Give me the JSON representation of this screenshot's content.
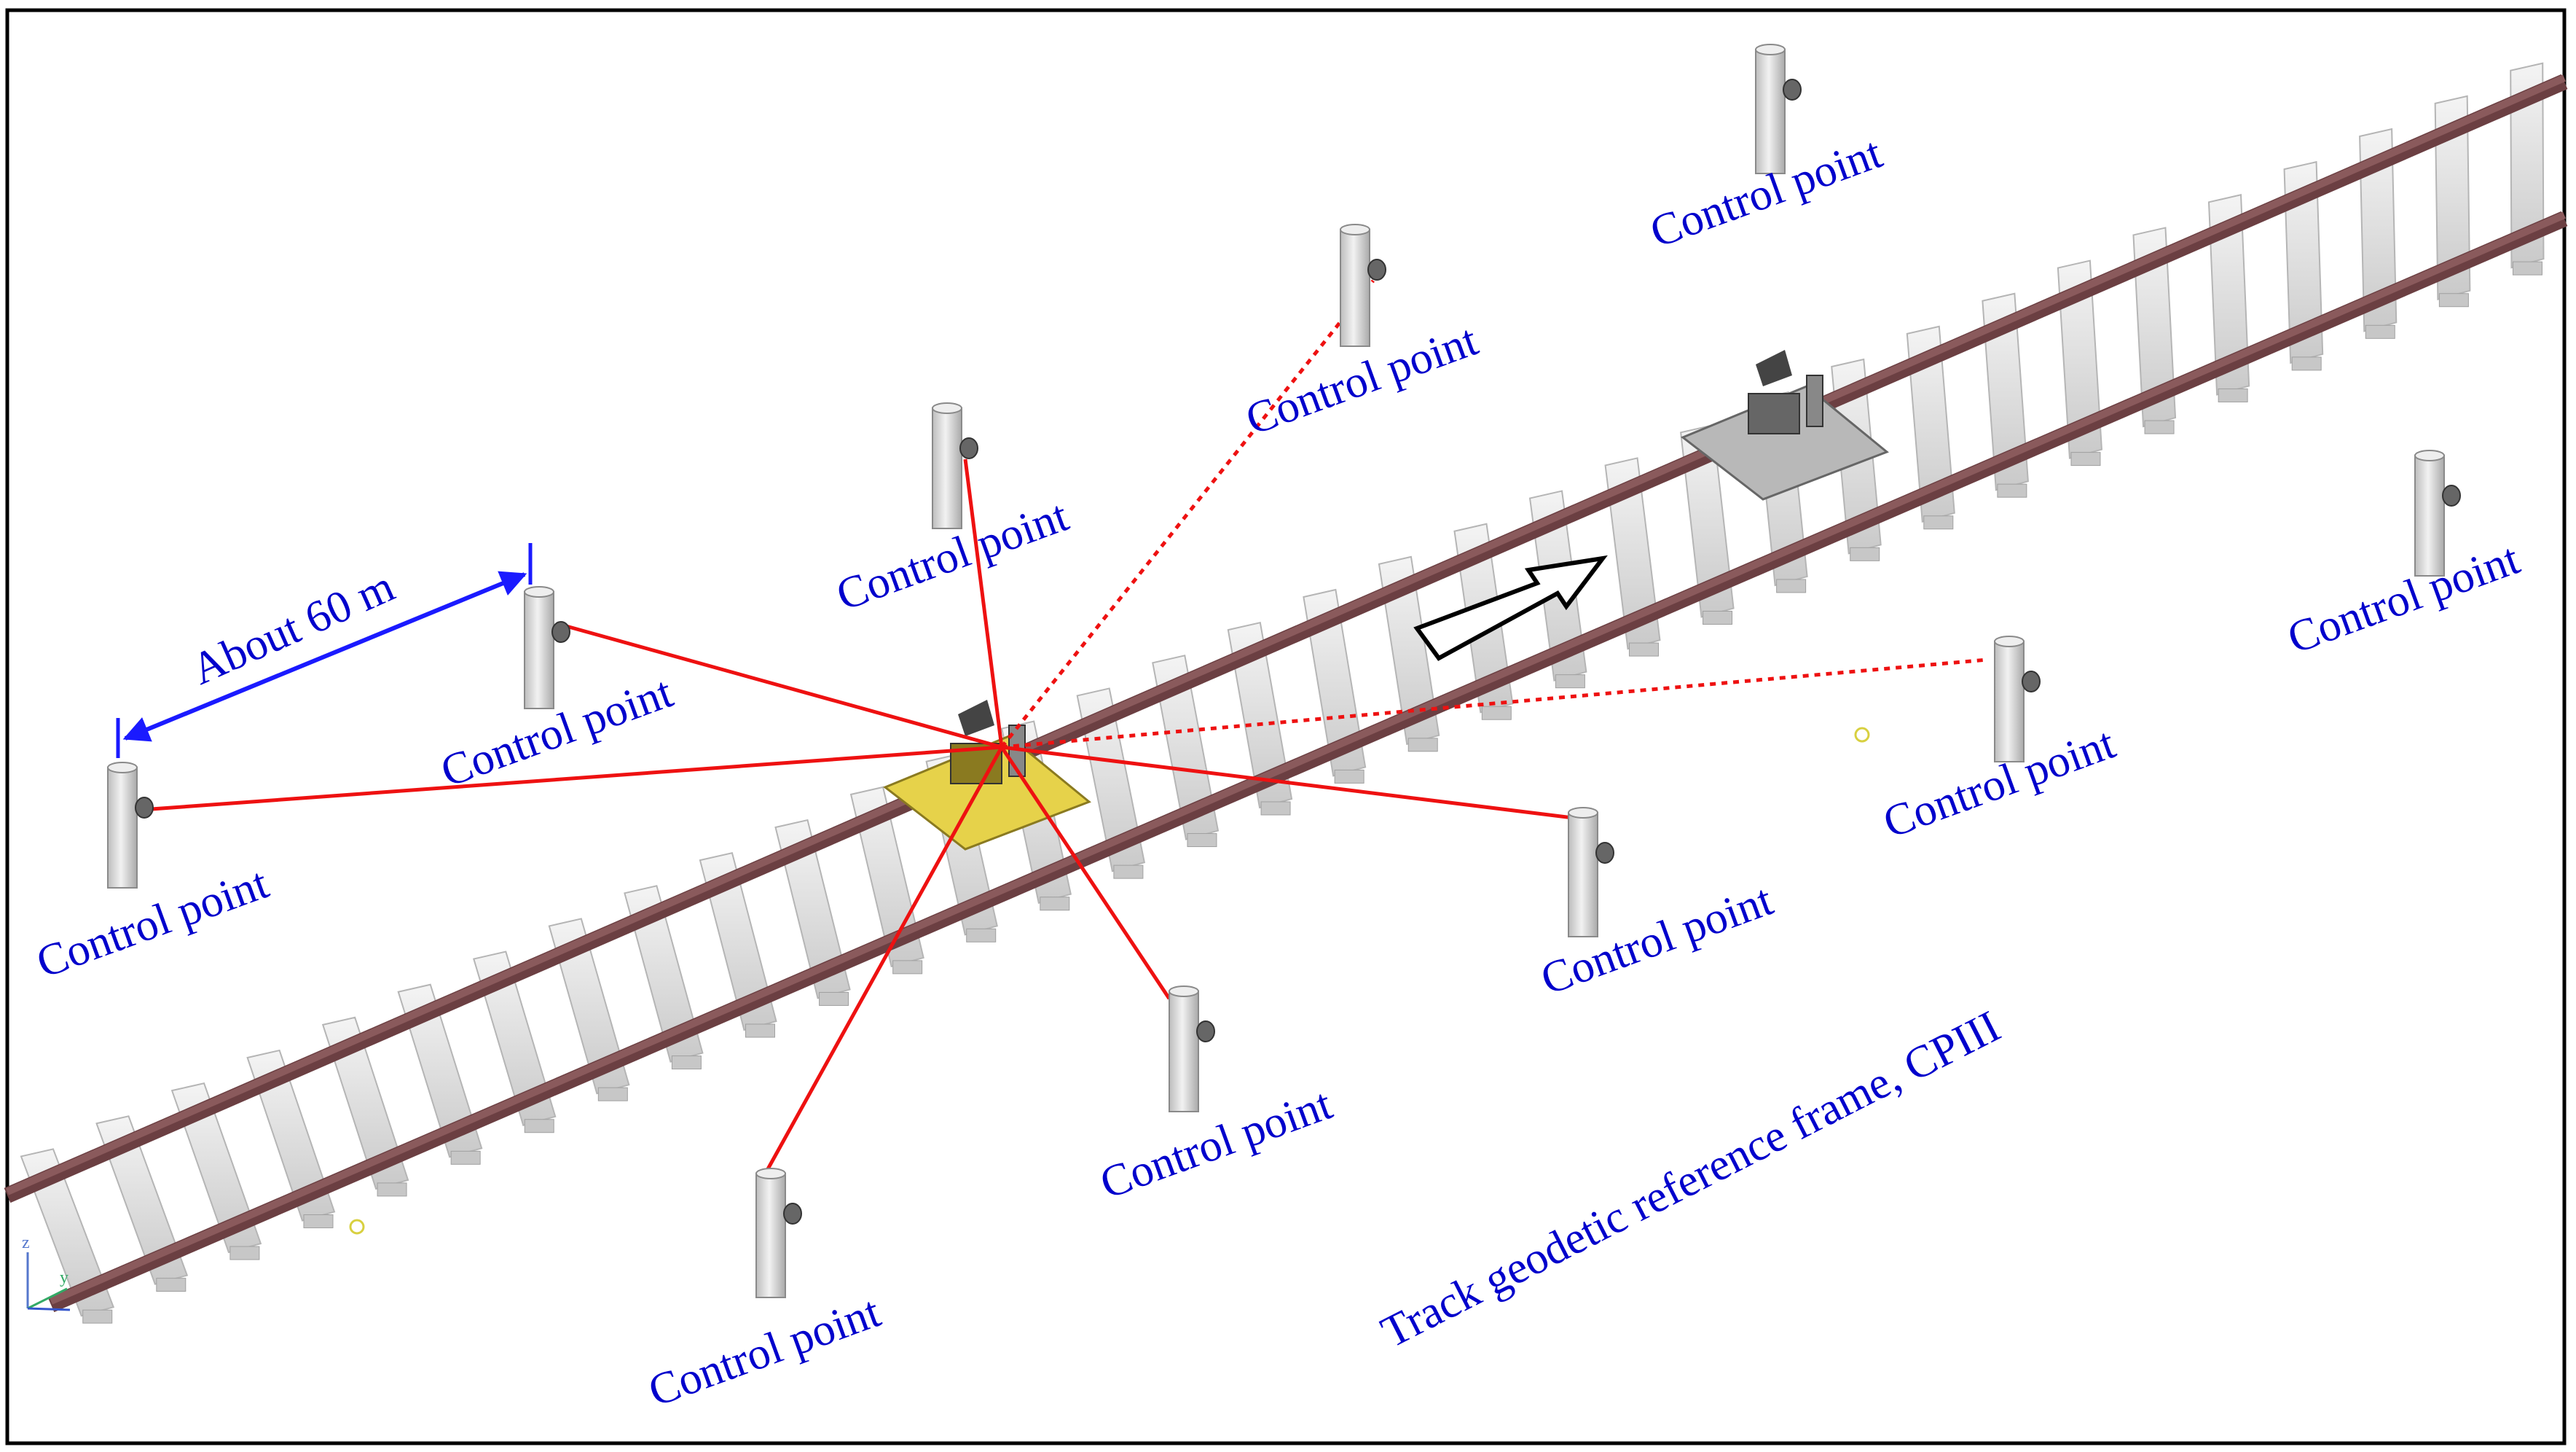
{
  "labels": {
    "control_point": "Control point",
    "distance": "About 60 m",
    "frame": "Track geodetic reference frame, CPIII"
  },
  "axis_labels": {
    "z": "z",
    "y": "y"
  },
  "colors": {
    "label_text": "#0000cc",
    "sight_line": "#ee1111",
    "rail": "#8a5a5c",
    "sleeper": "#e6e6e6",
    "pillar": "#dcdcdc",
    "trolley_active": "#e6d24a",
    "trolley_idle": "#b8b8b8",
    "dimension": "#1a1aff"
  }
}
